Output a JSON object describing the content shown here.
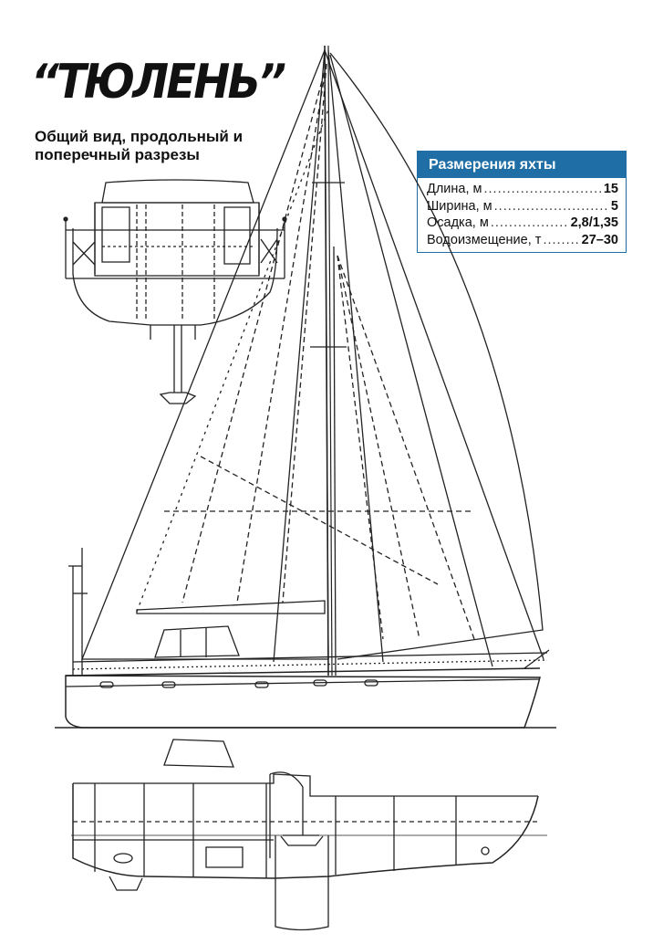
{
  "title": "“ТЮЛЕНЬ”",
  "subtitle": "Общий вид, продольный и поперечный разрезы",
  "dimensions": {
    "header": "Размерения яхты",
    "rows": [
      {
        "label": "Длина, м",
        "value": "15"
      },
      {
        "label": "Ширина, м",
        "value": "5"
      },
      {
        "label": "Осадка, м",
        "value": "2,8/1,35"
      },
      {
        "label": "Водоизмещение, т",
        "value": "27–30"
      }
    ]
  },
  "colors": {
    "accent": "#1f6fa6",
    "line": "#222222"
  }
}
